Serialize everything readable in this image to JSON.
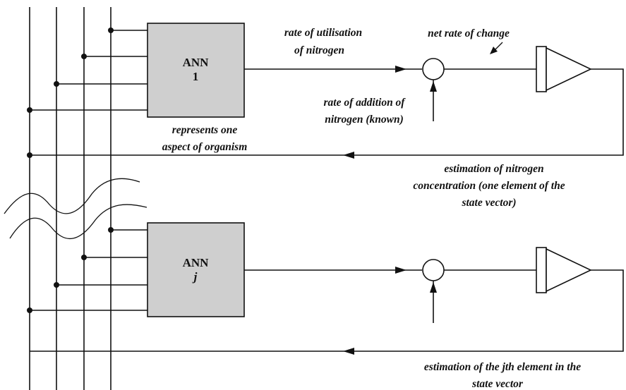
{
  "ann1": {
    "title": "ANN",
    "index": "1"
  },
  "annj": {
    "title": "ANN",
    "index": "j"
  },
  "labels": {
    "utilisation_1": "rate of utilisation",
    "utilisation_2": "of nitrogen",
    "net_rate": "net rate of change",
    "addition_1": "rate of addition of",
    "addition_2": "nitrogen (known)",
    "represents_1": "represents one",
    "represents_2": "aspect of organism",
    "estimation_n_1": "estimation of nitrogen",
    "estimation_n_2": "concentration (one element of the",
    "estimation_n_3": "state vector)",
    "estimation_j_1": "estimation of the jth element in the",
    "estimation_j_2": "state vector"
  }
}
